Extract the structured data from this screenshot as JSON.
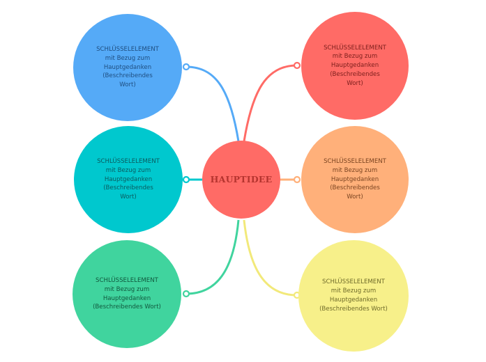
{
  "center": {
    "label": "HAUPTIDEE",
    "color": "#FF6B66",
    "text_color": "#B5342F"
  },
  "nodes": [
    {
      "id": "top-left",
      "text": "SCHLÜSSELELEMENT\nmit Bezug zum\nHauptgedanken\n(Beschreibendes\nWort)",
      "color": "#55AAF7",
      "line_color": "#55AAF7",
      "text_color": "#1F4E80"
    },
    {
      "id": "mid-left",
      "text": "SCHLÜSSELELEMENT\nmit Bezug zum\nHauptgedanken\n(Beschreibendes\nWort)",
      "color": "#00C8CE",
      "line_color": "#00C8CE",
      "text_color": "#0B5A5E"
    },
    {
      "id": "bottom-left",
      "text": "SCHLÜSSELELEMENT\nmit Bezug zum\nHauptgedanken\n(Beschreibendes Wort)",
      "color": "#40D49E",
      "line_color": "#40D49E",
      "text_color": "#11573D"
    },
    {
      "id": "top-right",
      "text": "SCHLÜSSELELEMENT\nmit Bezug zum\nHauptgedanken\n(Beschreibendes\nWort)",
      "color": "#FF6B66",
      "line_color": "#FF6B66",
      "text_color": "#7A1E1B"
    },
    {
      "id": "mid-right",
      "text": "SCHLÜSSELELEMENT\nmit Bezug zum\nHauptgedanken\n(Beschreibendes\nWort)",
      "color": "#FFB07A",
      "line_color": "#FFB07A",
      "text_color": "#7A4421"
    },
    {
      "id": "bottom-right",
      "text": "SCHLÜSSELELEMENT\nmit Bezug zum\nHauptgedanken\n(Beschreibendes Wort)",
      "color": "#F7F08A",
      "line_color": "#F2E97A",
      "text_color": "#6E6A2A"
    }
  ]
}
